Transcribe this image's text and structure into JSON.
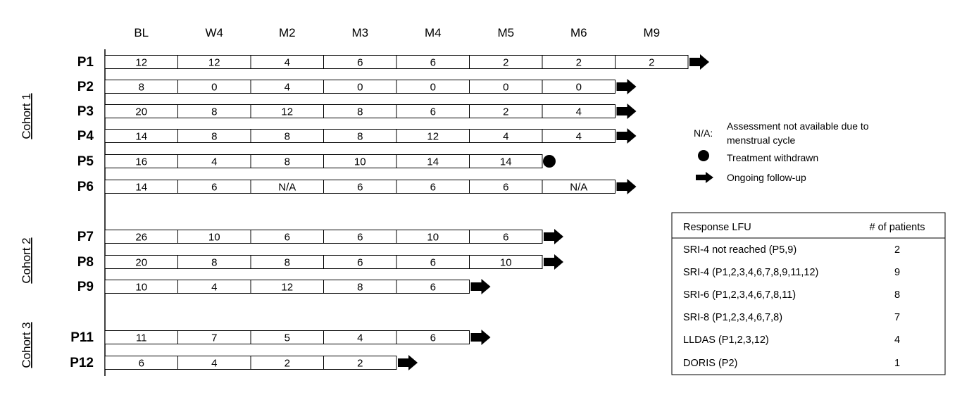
{
  "timepoints": [
    "BL",
    "W4",
    "M2",
    "M3",
    "M4",
    "M5",
    "M6",
    "M9"
  ],
  "patients": [
    {
      "label": "P1",
      "cohort": "Cohort 1",
      "scores": [
        "12",
        "12",
        "4",
        "6",
        "6",
        "2",
        "2",
        "2"
      ],
      "end": "ongoing"
    },
    {
      "label": "P2",
      "cohort": "Cohort 1",
      "scores": [
        "8",
        "0",
        "4",
        "0",
        "0",
        "0",
        "0"
      ],
      "end": "ongoing"
    },
    {
      "label": "P3",
      "cohort": "Cohort 1",
      "scores": [
        "20",
        "8",
        "12",
        "8",
        "6",
        "2",
        "4"
      ],
      "end": "ongoing"
    },
    {
      "label": "P4",
      "cohort": "Cohort 1",
      "scores": [
        "14",
        "8",
        "8",
        "8",
        "12",
        "4",
        "4"
      ],
      "end": "ongoing"
    },
    {
      "label": "P5",
      "cohort": "Cohort 1",
      "scores": [
        "16",
        "4",
        "8",
        "10",
        "14",
        "14"
      ],
      "end": "withdrawn"
    },
    {
      "label": "P6",
      "cohort": "Cohort 1",
      "scores": [
        "14",
        "6",
        "N/A",
        "6",
        "6",
        "6",
        "N/A"
      ],
      "end": "ongoing"
    },
    {
      "label": "P7",
      "cohort": "Cohort 2",
      "scores": [
        "26",
        "10",
        "6",
        "6",
        "10",
        "6"
      ],
      "end": "ongoing"
    },
    {
      "label": "P8",
      "cohort": "Cohort 2",
      "scores": [
        "20",
        "8",
        "8",
        "6",
        "6",
        "10"
      ],
      "end": "ongoing"
    },
    {
      "label": "P9",
      "cohort": "Cohort 2",
      "scores": [
        "10",
        "4",
        "12",
        "8",
        "6"
      ],
      "end": "ongoing"
    },
    {
      "label": "P11",
      "cohort": "Cohort 3",
      "scores": [
        "11",
        "7",
        "5",
        "4",
        "6"
      ],
      "end": "ongoing"
    },
    {
      "label": "P12",
      "cohort": "Cohort 3",
      "scores": [
        "6",
        "4",
        "2",
        "2"
      ],
      "end": "ongoing"
    }
  ],
  "cohorts": [
    "Cohort 1",
    "Cohort 2",
    "Cohort 3"
  ],
  "legend": {
    "na_key": "N/A:",
    "na_text_line1": "Assessment not available due to",
    "na_text_line2": "menstrual cycle",
    "withdrawn_text": "Treatment withdrawn",
    "ongoing_text": "Ongoing follow-up"
  },
  "response_table": {
    "header_response": "Response LFU",
    "header_count": "# of patients",
    "rows": [
      {
        "response": "SRI-4 not reached (P5,9)",
        "count": "2"
      },
      {
        "response": "SRI-4 (P1,2,3,4,6,7,8,9,11,12)",
        "count": "9"
      },
      {
        "response": "SRI-6 (P1,2,3,4,6,7,8,11)",
        "count": "8"
      },
      {
        "response": "SRI-8 (P1,2,3,4,6,7,8)",
        "count": "7"
      },
      {
        "response": "LLDAS (P1,2,3,12)",
        "count": "4"
      },
      {
        "response": "DORIS (P2)",
        "count": "1"
      }
    ]
  },
  "colors": {
    "line": "#000000",
    "fill": "#ffffff",
    "marker": "#000000"
  }
}
